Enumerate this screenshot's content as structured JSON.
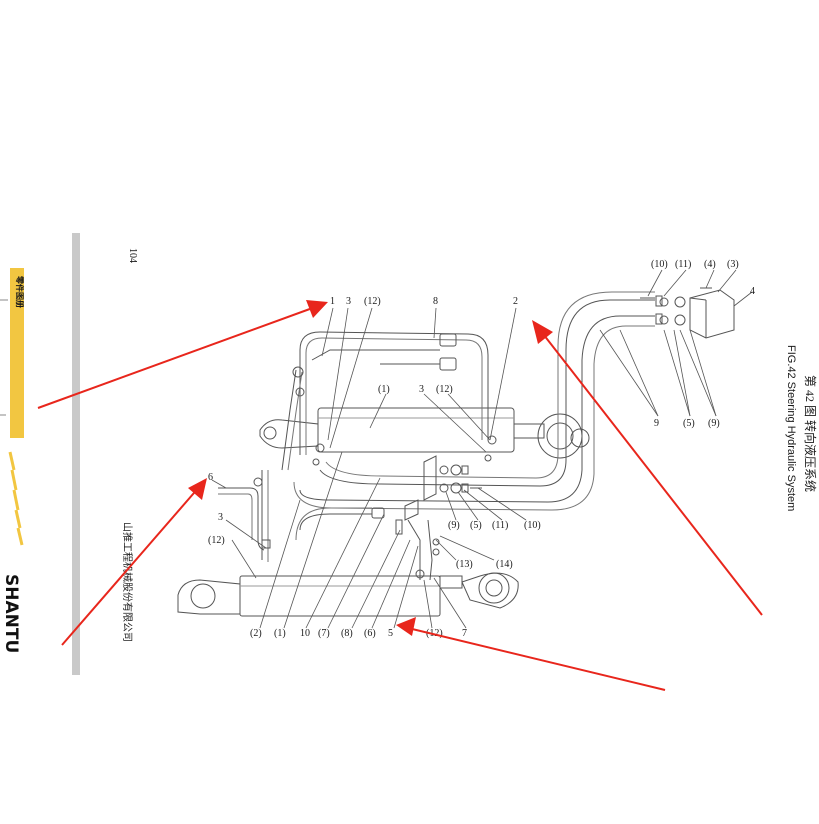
{
  "page": {
    "number": "104",
    "brand": "SHANTU",
    "side_tab": "零件图册",
    "company": "山推工程机械股份有限公司"
  },
  "figure": {
    "title_cn": "第 42 图  转向液压系统",
    "title_en": "FIG.42 Steering Hydraulic System"
  },
  "callouts": {
    "c1_top": "1",
    "c3_top": "3",
    "c12_top": "(12)",
    "c8_top": "8",
    "c2_top": "2",
    "c10_r": "(10)",
    "c11_r": "(11)",
    "c4p_r": "(4)",
    "c3p_r": "(3)",
    "c4_r": "4",
    "c9_r": "9",
    "c5p_r": "(5)",
    "c9p_r": "(9)",
    "c1p_mid": "(1)",
    "c3_mid": "3",
    "c12_mid": "(12)",
    "c9p_mid": "(9)",
    "c5p_mid": "(5)",
    "c11p_mid": "(11)",
    "c10p_mid": "(10)",
    "c6_left": "6",
    "c3_left": "3",
    "c12_left": "(12)",
    "c13p": "(13)",
    "c14p": "(14)",
    "b2p": "(2)",
    "b1p": "(1)",
    "b10": "10",
    "b7p": "(7)",
    "b8p": "(8)",
    "b6p": "(6)",
    "b5": "5",
    "b12p": "(12)",
    "b7": "7"
  },
  "colors": {
    "line": "#555555",
    "arrow": "#e8261c",
    "tab_yellow": "#f2c641",
    "bar_grey": "#c9c9c9"
  }
}
